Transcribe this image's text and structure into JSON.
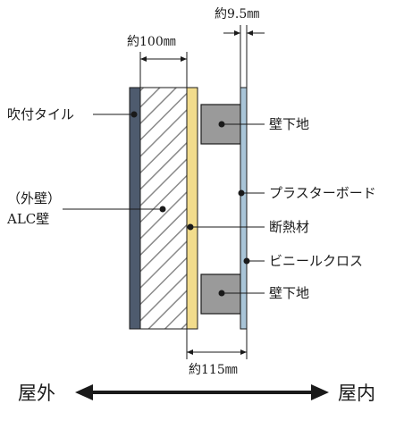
{
  "dimensions": {
    "panel_thickness": "約9.5㎜",
    "alc_thickness": "約100㎜",
    "total_thickness": "約115㎜"
  },
  "labels": {
    "tile": "吹付タイル",
    "alc_line1": "（外壁）",
    "alc_line2": "ALC壁",
    "furring_top": "壁下地",
    "plasterboard": "プラスターボード",
    "insulation": "断熱材",
    "vinyl_cloth": "ビニールクロス",
    "furring_bottom": "壁下地"
  },
  "direction": {
    "outside": "屋外",
    "inside": "屋内"
  },
  "colors": {
    "tile_layer": "#4e5b6e",
    "alc_hatch": "#8a8a8a",
    "insulation": "#f2dc8c",
    "furring": "#9a9a9a",
    "plasterboard": "#a9c5d8",
    "outline": "#1a1a1a"
  }
}
